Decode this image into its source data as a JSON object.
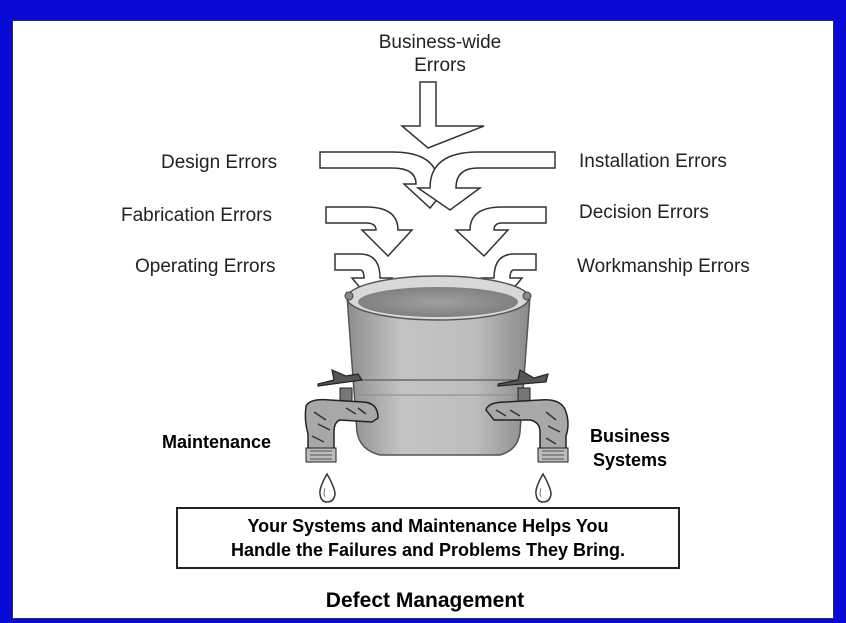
{
  "top_label": {
    "line1": "Business-wide",
    "line2": "Errors"
  },
  "left_labels": [
    "Design Errors",
    "Fabrication Errors",
    "Operating Errors"
  ],
  "right_labels": [
    "Installation Errors",
    "Decision Errors",
    "Workmanship Errors"
  ],
  "left_tap_label": "Maintenance",
  "right_tap_label": {
    "line1": "Business",
    "line2": "Systems"
  },
  "caption": {
    "line1": "Your Systems and Maintenance Helps You",
    "line2": "Handle the Failures and Problems They Bring."
  },
  "footer_title": "Defect Management",
  "colors": {
    "background": "#0a0ad8",
    "panel": "#ffffff",
    "bucket": "#b5b5b5"
  },
  "icons": [
    "arrow-icon",
    "bucket-icon",
    "faucet-icon",
    "water-drop-icon"
  ]
}
